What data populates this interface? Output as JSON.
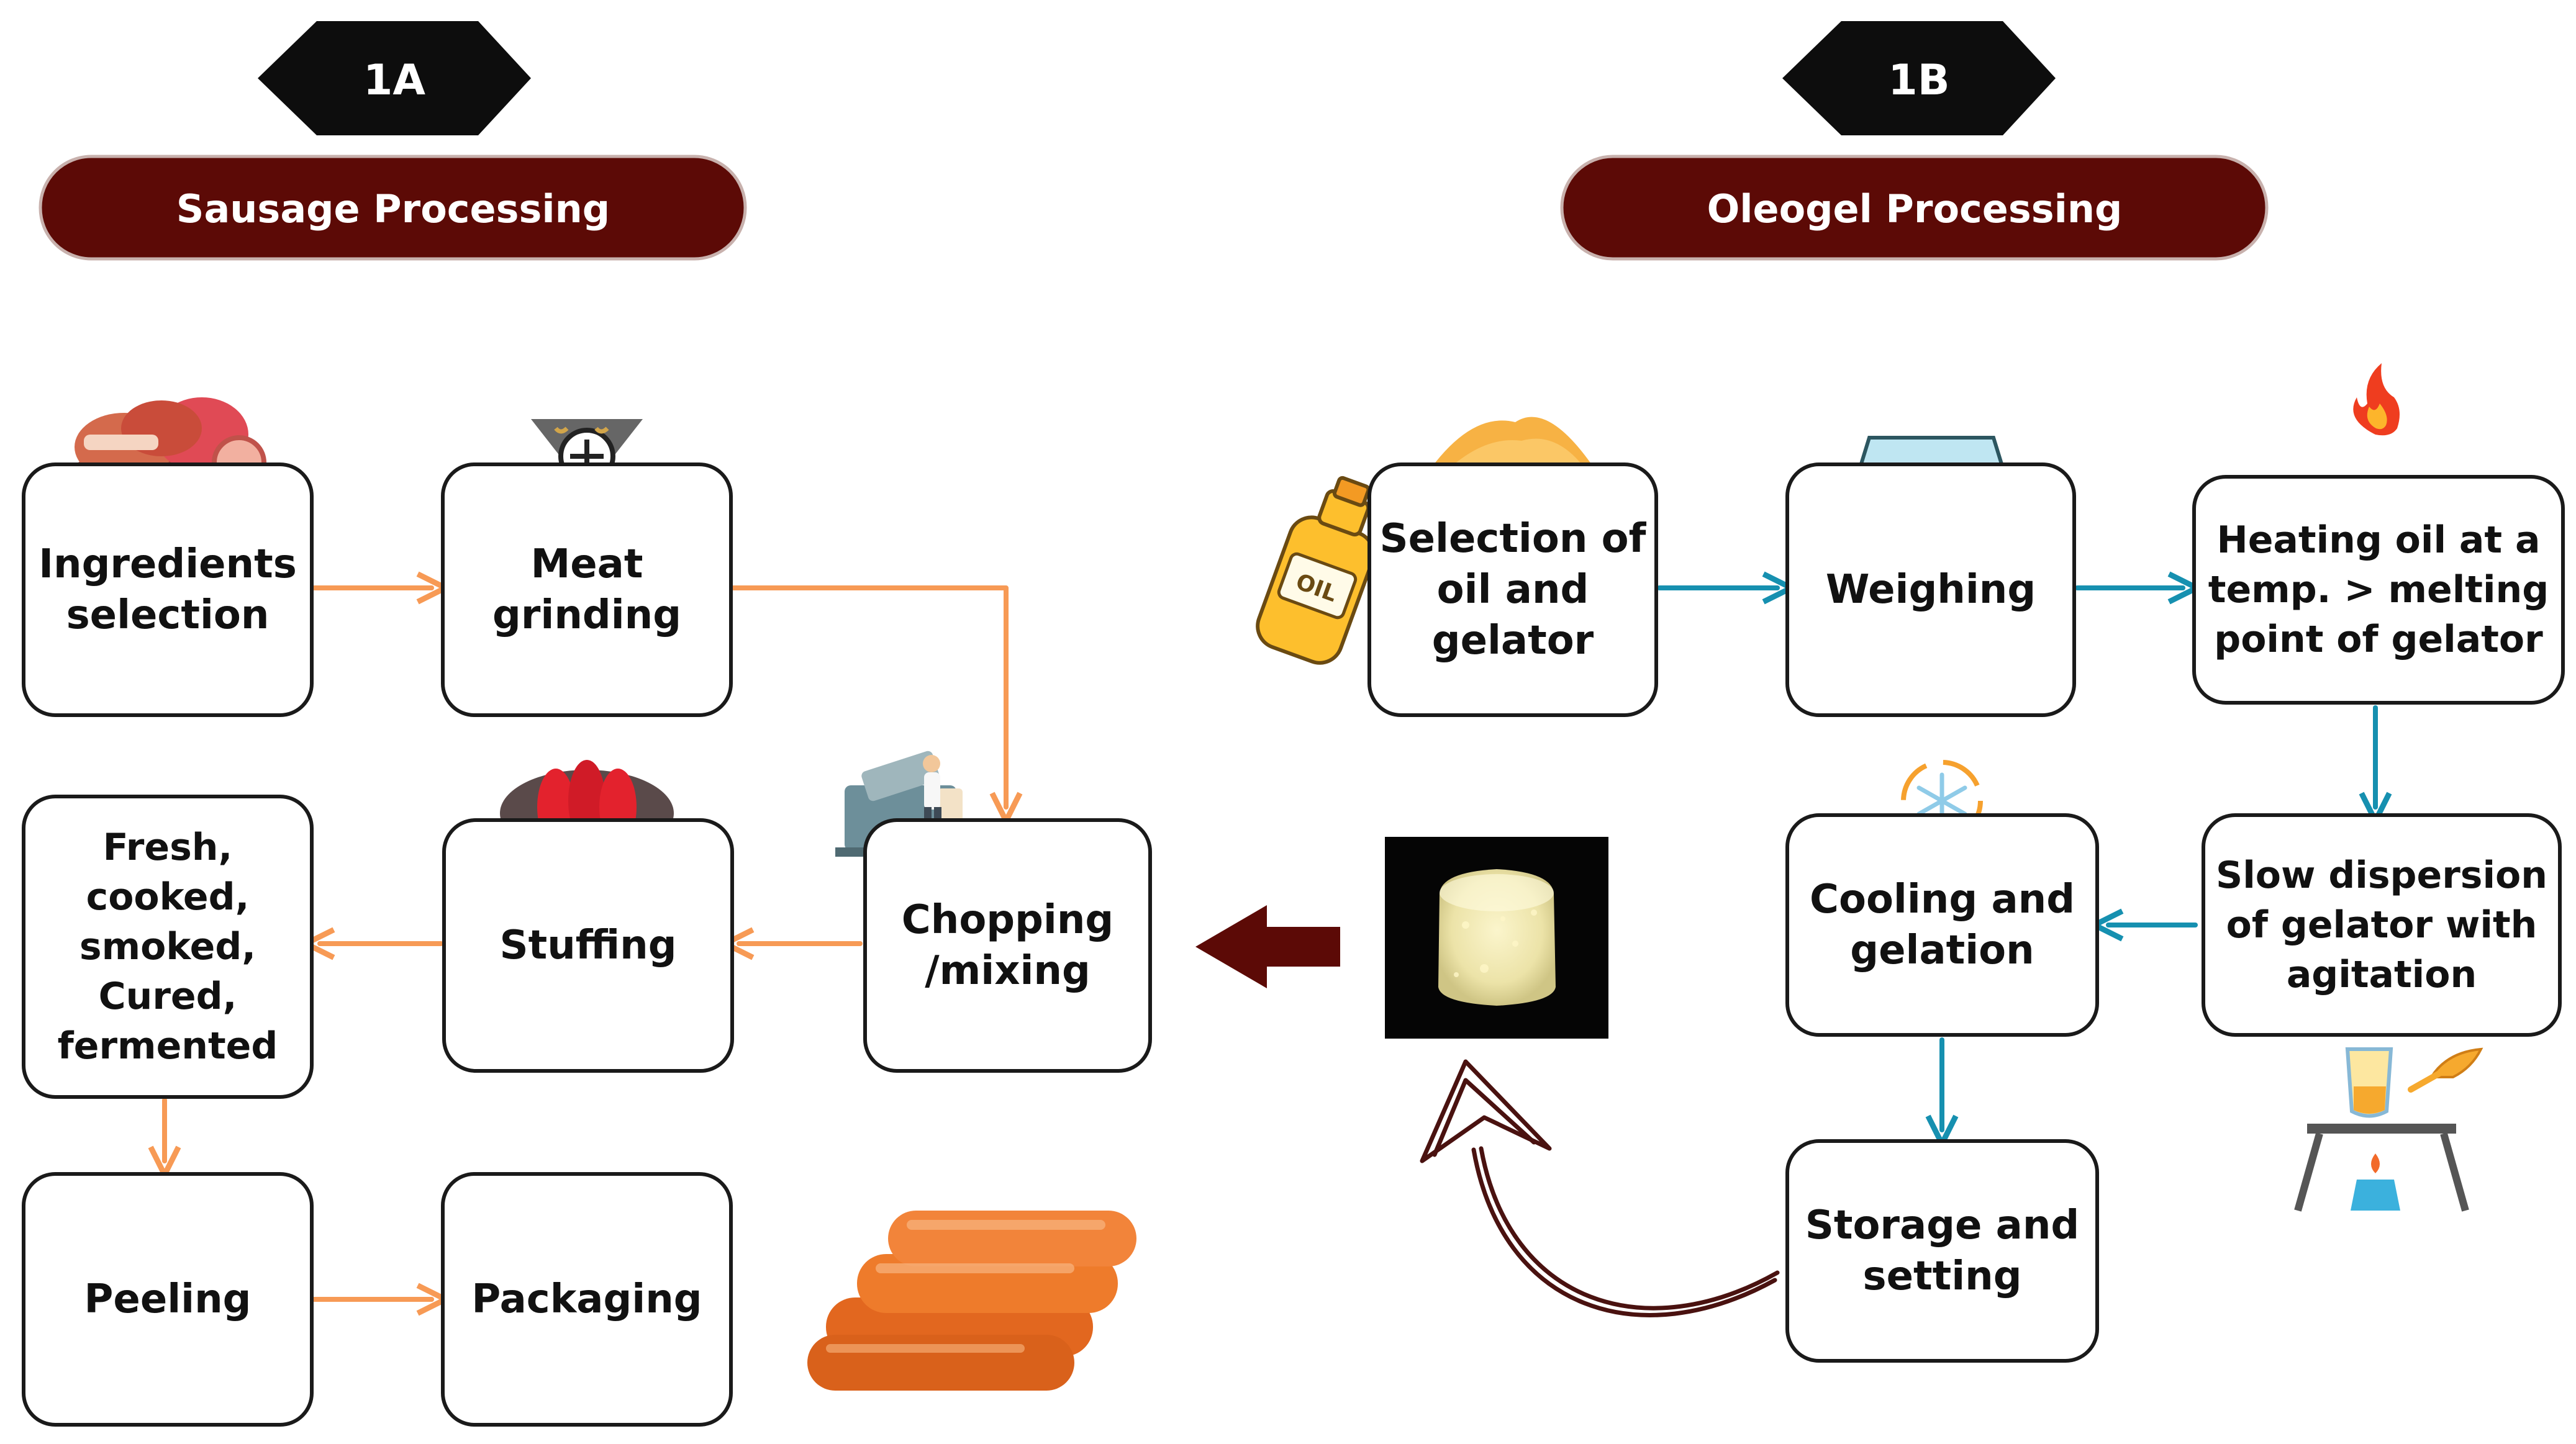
{
  "colors": {
    "dark_red": "#5c0a06",
    "hexagon": "#0d0d0d",
    "orange_arrow": "#f79a55",
    "teal_arrow": "#1690b0",
    "box_border": "#1a1a1a"
  },
  "panel_a": {
    "badge": "1A",
    "title": "Sausage Processing",
    "steps": {
      "ingredients": "Ingredients\nselection",
      "grinding": "Meat\ngrinding",
      "chopping": "Chopping\n/mixing",
      "stuffing": "Stuffing",
      "types": "Fresh,\ncooked,\nsmoked,\nCured,\nfermented",
      "peeling": "Peeling",
      "packaging": "Packaging"
    }
  },
  "panel_b": {
    "badge": "1B",
    "title": "Oleogel Processing",
    "oil_label": "OIL",
    "steps": {
      "selection": "Selection of\noil and\ngelator",
      "weighing": "Weighing",
      "heating": "Heating oil at a\ntemp. > melting\npoint of gelator",
      "dispersion": "Slow dispersion\nof gelator with\nagitation",
      "cooling": "Cooling and\ngelation",
      "storage": "Storage and\nsetting"
    }
  },
  "icons": {
    "meat": "meat-pile-icon",
    "grinder": "meat-grinder-icon",
    "chopper": "chopping-machine-icon",
    "sausage_stuffing": "stuffed-sausage-icon",
    "sausages": "sausages-icon",
    "oil_bottle": "oil-bottle-icon",
    "powder": "gelator-powder-icon",
    "scale": "weighing-scale-icon",
    "flame": "flame-icon",
    "snowflake": "snowflake-cycle-icon",
    "heating_setup": "heating-stand-icon",
    "oleogel": "oleogel-sample-icon"
  }
}
